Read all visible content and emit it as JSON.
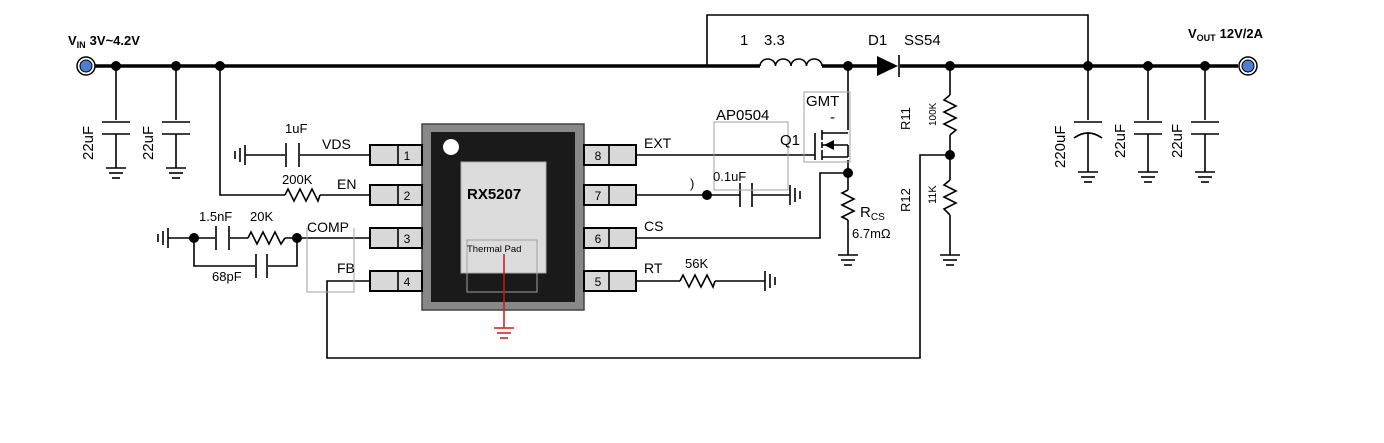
{
  "vin": {
    "prefix": "V",
    "sub": "IN",
    "value": "3V~4.2V"
  },
  "vout": {
    "prefix": "V",
    "sub": "OUT",
    "value": "12V/2A"
  },
  "inductor": {
    "num": "1",
    "value": "3.3"
  },
  "diode": {
    "ref": "D1",
    "part": "SS54"
  },
  "input_caps": [
    "22uF",
    "22uF"
  ],
  "output_caps": [
    "220uF",
    "22uF",
    "22uF"
  ],
  "chip": {
    "name": "RX5207",
    "pad_label": "Thermal Pad"
  },
  "pins_left": [
    {
      "num": "1",
      "name": "VDS"
    },
    {
      "num": "2",
      "name": "EN"
    },
    {
      "num": "3",
      "name": "COMP"
    },
    {
      "num": "4",
      "name": "FB"
    }
  ],
  "pins_right": [
    {
      "num": "8",
      "name": "EXT"
    },
    {
      "num": "7",
      "name": ""
    },
    {
      "num": "6",
      "name": "CS"
    },
    {
      "num": "5",
      "name": "RT"
    }
  ],
  "components": {
    "vds_cap": "1uF",
    "en_res": "200K",
    "comp_cap": "1.5nF",
    "comp_res": "20K",
    "comp_cap2": "68pF",
    "rt_res": "56K",
    "pin7_cap": "0.1uF",
    "pin7_mark": ")",
    "mosfet_part": "AP0504",
    "mosfet_brand": "GMT",
    "mosfet_dash": "-",
    "mosfet_ref": "Q1",
    "rcs_prefix": "R",
    "rcs_sub": "CS",
    "rcs_value": "6.7mΩ",
    "r11_ref": "R11",
    "r11_value": "100K",
    "r12_ref": "R12",
    "r12_value": "11K"
  }
}
